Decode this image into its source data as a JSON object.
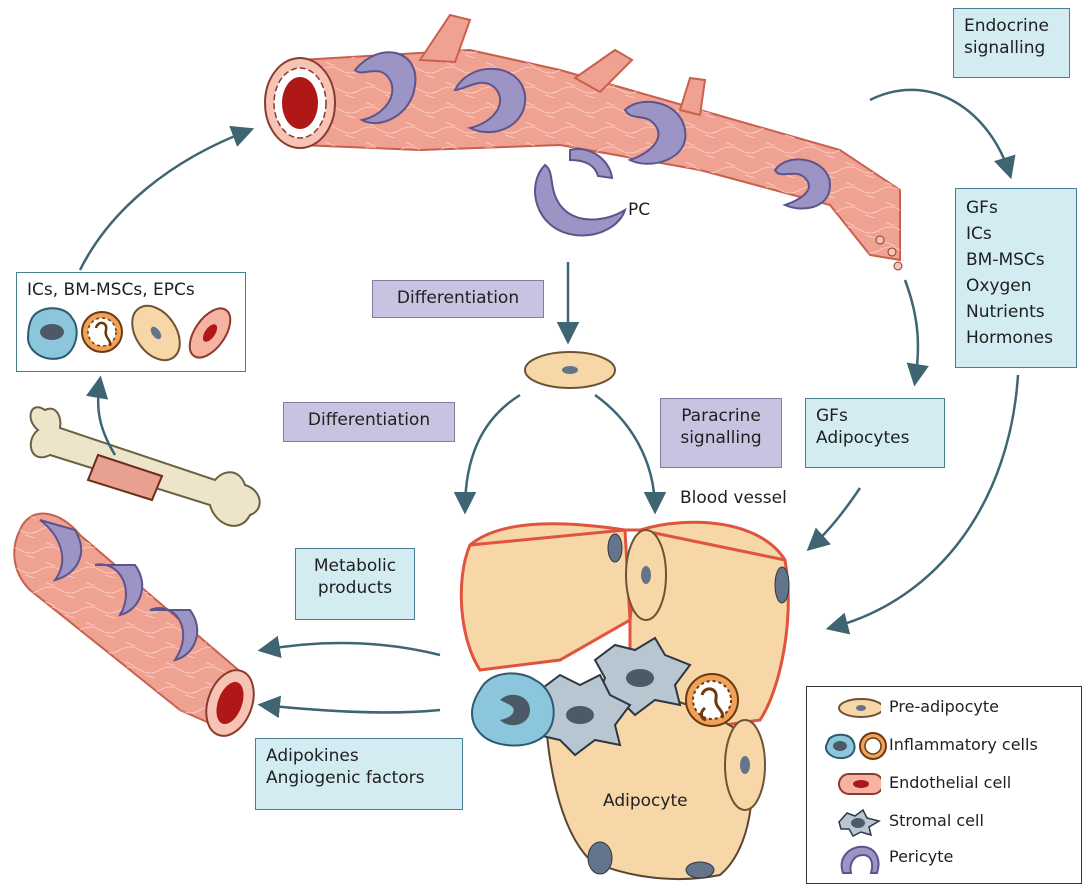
{
  "boxes": {
    "endocrine": [
      "Endocrine",
      "signalling"
    ],
    "endocrine_factors": [
      "GFs",
      "ICs",
      "BM-MSCs",
      "Oxygen",
      "Nutrients",
      "Hormones"
    ],
    "recruited_cells": "ICs, BM-MSCs, EPCs",
    "differentiation_top": "Differentiation",
    "differentiation_left": "Differentiation",
    "paracrine": [
      "Paracrine",
      "signalling"
    ],
    "paracrine_factors": [
      "GFs",
      "Adipocytes"
    ],
    "metabolic": [
      "Metabolic",
      "products"
    ],
    "adipokines": [
      "Adipokines",
      "Angiogenic factors"
    ]
  },
  "labels": {
    "pc": "PC",
    "blood_vessel": "Blood vessel",
    "adipocyte": "Adipocyte"
  },
  "legend": {
    "pre_adipocyte": "Pre-adipocyte",
    "inflammatory": "Inflammatory cells",
    "endothelial": "Endothelial cell",
    "stromal": "Stromal cell",
    "pericyte": "Pericyte"
  },
  "colors": {
    "box_blue": "#d3ecf2",
    "box_purple": "#c9c2e0",
    "vessel": "#f0a292",
    "vessel_dark": "#c8604e",
    "pericyte": "#9c94c4",
    "adipocyte": "#f7d7a8",
    "adipocyte_outline": "#e0533d",
    "arrow": "#3f6573"
  }
}
